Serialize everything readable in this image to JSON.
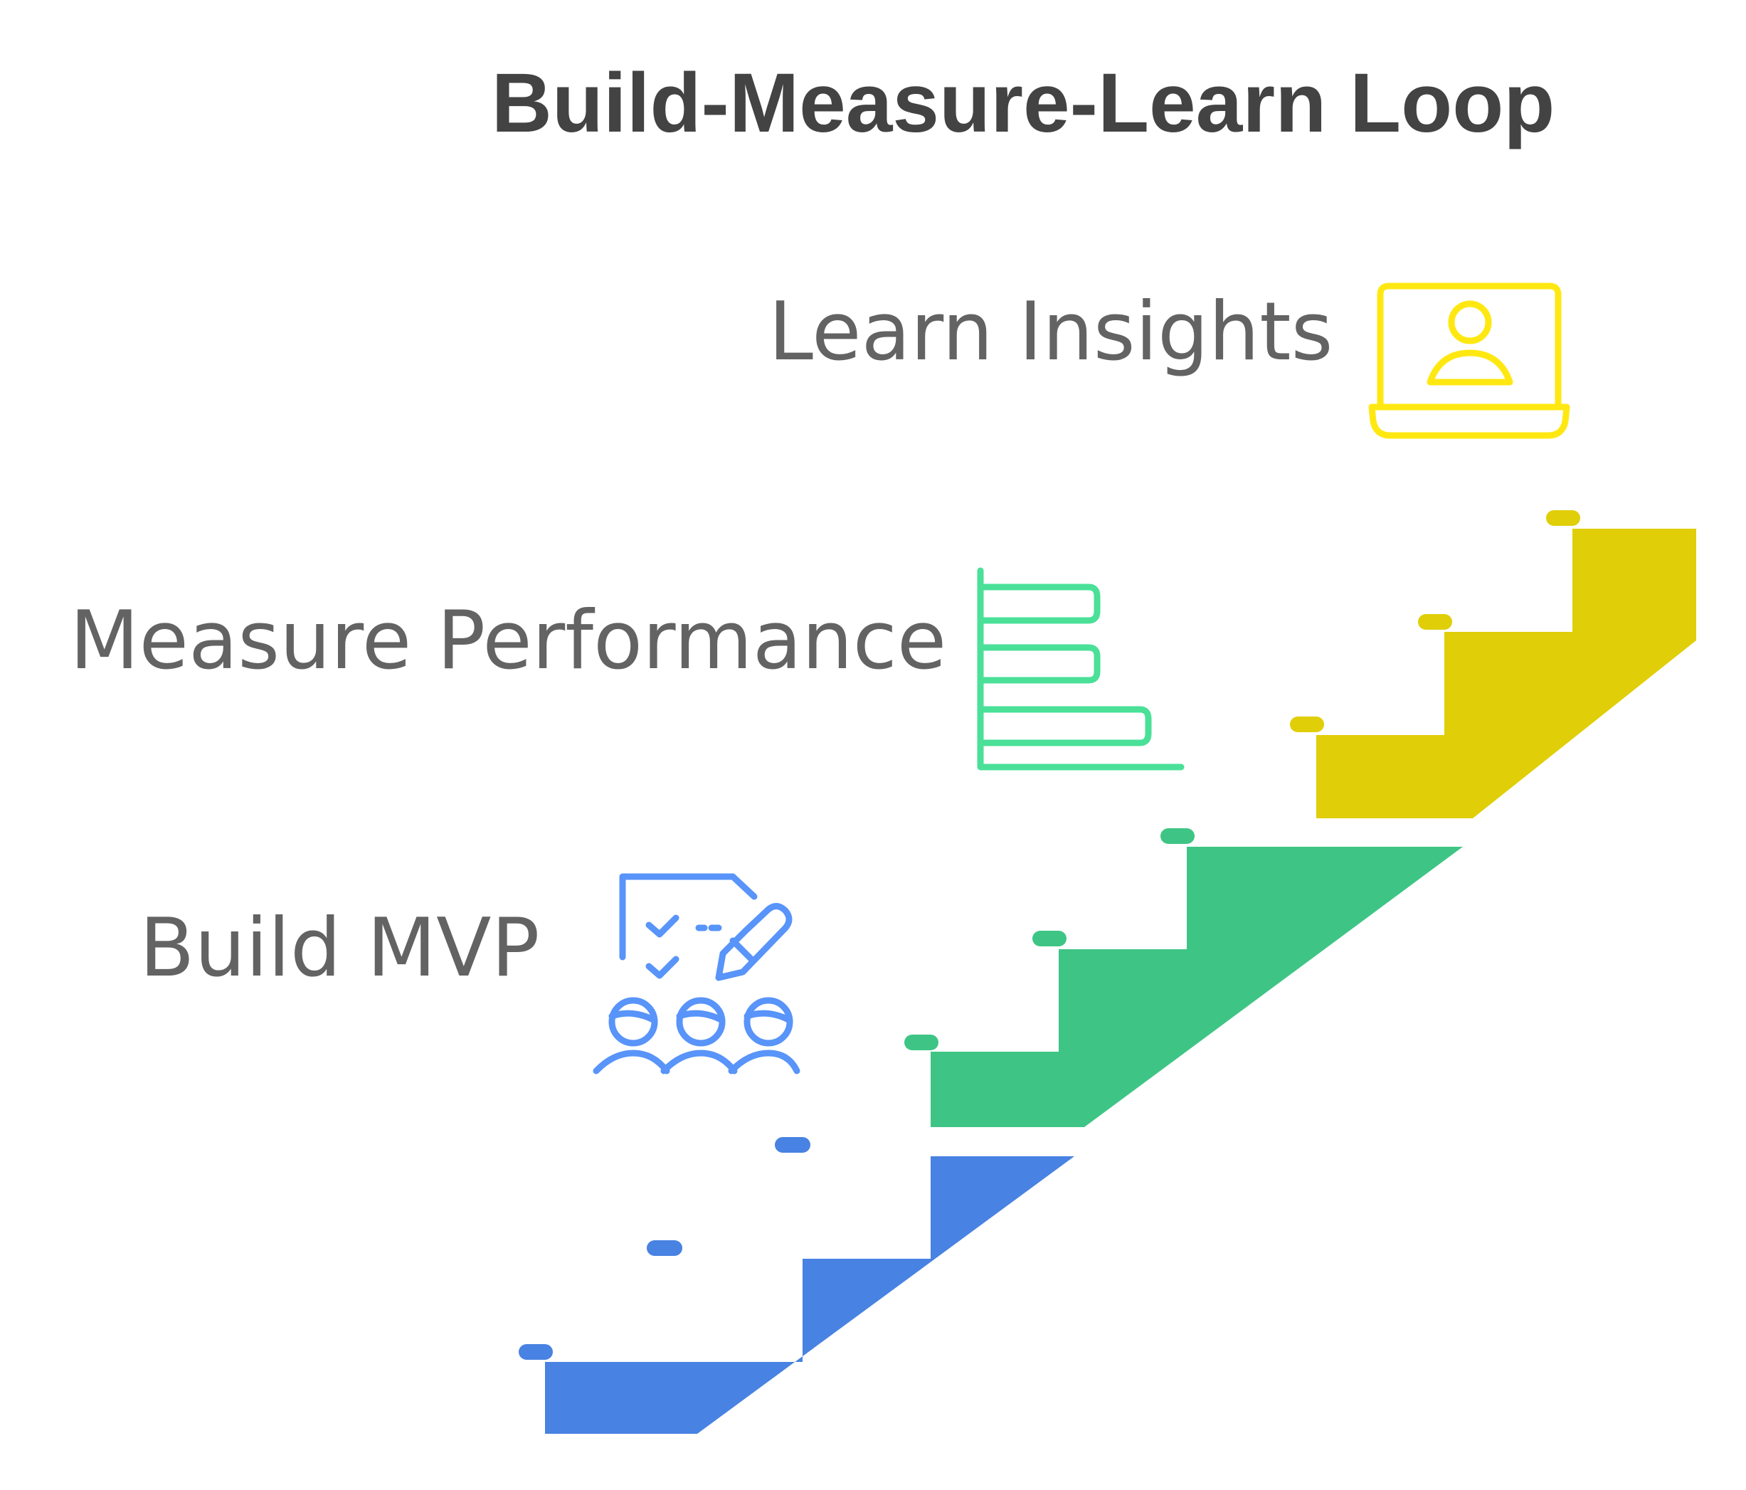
{
  "title": "Build-Measure-Learn Loop",
  "steps": [
    {
      "label": "Build MVP",
      "icon": "checklist-team-icon",
      "color": "#4882E2"
    },
    {
      "label": "Measure Performance",
      "icon": "bar-chart-icon",
      "color": "#3EC585"
    },
    {
      "label": "Learn Insights",
      "icon": "laptop-user-icon",
      "color": "#E0CE08"
    }
  ],
  "icon_colors": {
    "build": "#5894F9",
    "measure": "#4AE098",
    "learn": "#FFE812"
  }
}
